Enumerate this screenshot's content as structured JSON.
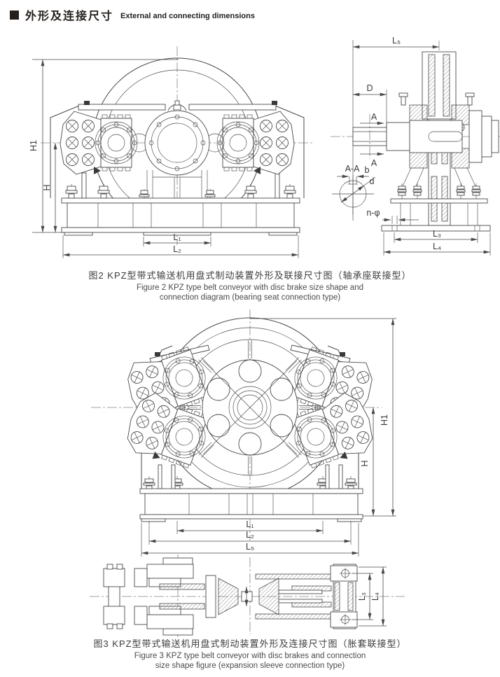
{
  "header": {
    "title_zh": "外形及连接尺寸",
    "title_en": "External and connecting dimensions"
  },
  "figure2": {
    "caption_zh": "图2 KPZ型带式输送机用盘式制动装置外形及联接尺寸图（轴承座联接型）",
    "caption_en_line1": "Figure 2 KPZ type belt conveyor with disc brake size shape and",
    "caption_en_line2": "connection diagram (bearing seat connection type)",
    "dims": {
      "H1": "H1",
      "H": "H",
      "L1": "L₁",
      "L2": "L₂",
      "L5": "L₅",
      "D": "D",
      "A": "A",
      "section_AA": "A-A",
      "b": "b",
      "d": "d",
      "n_phi": "n-φ",
      "L3": "L₃",
      "L4": "L₄"
    }
  },
  "figure3": {
    "caption_zh": "图3 KPZ型带式输送机用盘式制动装置外形及连接尺寸图（胀套联接型）",
    "caption_en_line1": "Figure 3 KPZ type belt conveyor with disc brakes and connection",
    "caption_en_line2": "size shape figure (expansion sleeve connection type)",
    "dims": {
      "H1": "H1",
      "H": "H",
      "L1": "L₁",
      "L2": "L₂",
      "L5": "L₅",
      "L3": "L₃",
      "L4": "L₄"
    }
  },
  "colors": {
    "line": "#4a4a4a",
    "text": "#3a3a3a",
    "heading": "#241f1b"
  }
}
